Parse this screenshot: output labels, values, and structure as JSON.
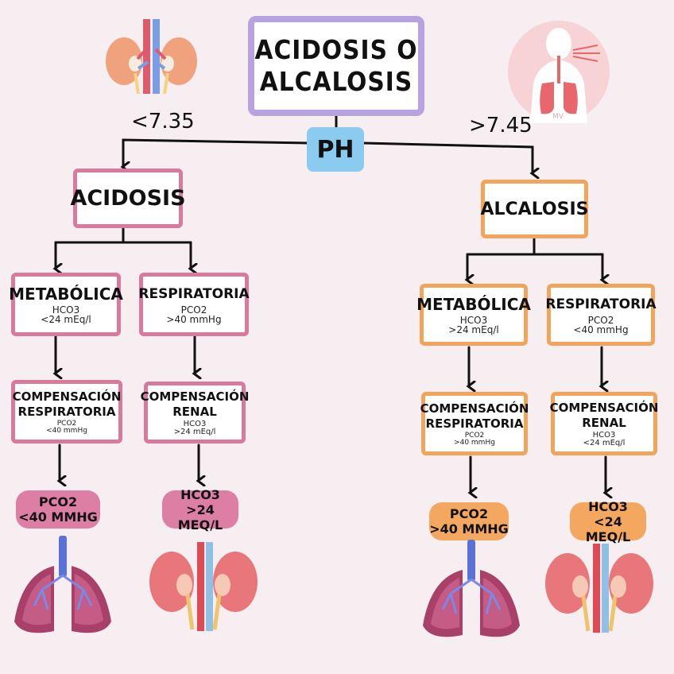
{
  "title": {
    "line1": "ACIDOSIS O",
    "line2": "ALCALOSIS"
  },
  "ph": "PH",
  "threshold_left": "<7.35",
  "threshold_right": ">7.45",
  "acidosis": {
    "label": "ACIDOSIS",
    "metabolica": {
      "title": "METABÓLICA",
      "line1": "HCO3",
      "line2": "<24 mEq/l",
      "comp_line1": "COMPENSACIÓN",
      "comp_line2": "RESPIRATORIA",
      "comp_small": "PCO2\n<40 mmHg",
      "result_line1": "PCO2",
      "result_line2": "<40 MMHG"
    },
    "respiratoria": {
      "title": "RESPIRATORIA",
      "line1": "PCO2",
      "line2": ">40 mmHg",
      "comp_line1": "COMPENSACIÓN",
      "comp_line2": "RENAL",
      "comp_small": "HCO3\n>24 mEq/l",
      "result_line1": "HCO3",
      "result_line2": ">24 MEQ/L"
    }
  },
  "alcalosis": {
    "label": "ALCALOSIS",
    "metabolica": {
      "title": "METABÓLICA",
      "line1": "HCO3",
      "line2": ">24 mEq/l",
      "comp_line1": "COMPENSACIÓN",
      "comp_line2": "RESPIRATORIA",
      "comp_small": "PCO2\n>40 mmHg",
      "result_line1": "PCO2",
      "result_line2": ">40 MMHG"
    },
    "respiratoria": {
      "title": "RESPIRATORIA",
      "line1": "PCO2",
      "line2": "<40 mmHg",
      "comp_line1": "COMPENSACIÓN",
      "comp_line2": "RENAL",
      "comp_small": "HCO3\n<24 mEq/l",
      "result_line1": "HCO3",
      "result_line2": "<24 MEQ/L"
    }
  },
  "illustration_mark": "MV",
  "colors": {
    "title_border": "#b9a3df",
    "ph": "#8ccbf0",
    "acidosis": "#d9799e",
    "alcalosis": "#f2a45a",
    "background": "#f6eef1"
  },
  "icons": [
    "kidneys-icon",
    "respiratory-system-icon",
    "lungs-icon",
    "kidney-icon"
  ]
}
